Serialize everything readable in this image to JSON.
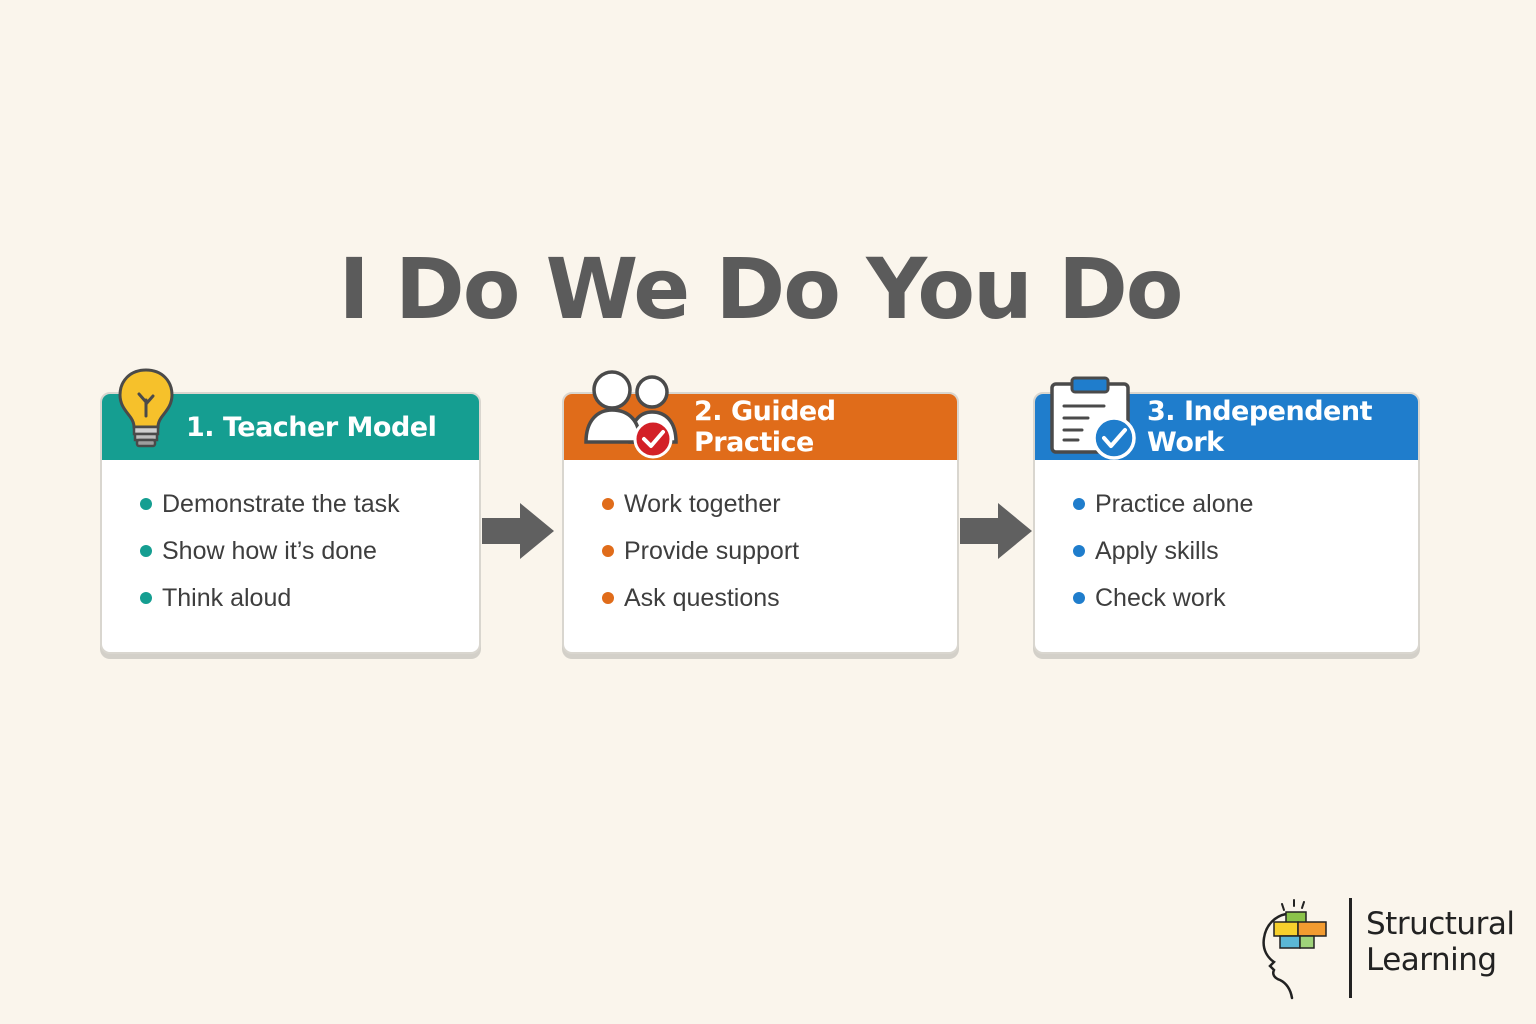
{
  "title": "I Do We Do You Do",
  "colors": {
    "teal": "#159e91",
    "orange": "#e06c1a",
    "blue": "#1f7dcc",
    "arrow": "#606060"
  },
  "steps": [
    {
      "heading": "1. Teacher Model",
      "icon": "lightbulb-icon",
      "items": [
        "Demonstrate the task",
        "Show how it’s done",
        "Think aloud"
      ]
    },
    {
      "heading": "2. Guided Practice",
      "icon": "people-check-icon",
      "items": [
        "Work together",
        "Provide support",
        "Ask questions"
      ]
    },
    {
      "heading": "3. Independent Work",
      "icon": "clipboard-check-icon",
      "items": [
        "Practice alone",
        "Apply skills",
        "Check work"
      ]
    }
  ],
  "logo": {
    "line1": "Structural",
    "line2": "Learning",
    "icon": "head-puzzle-icon"
  }
}
